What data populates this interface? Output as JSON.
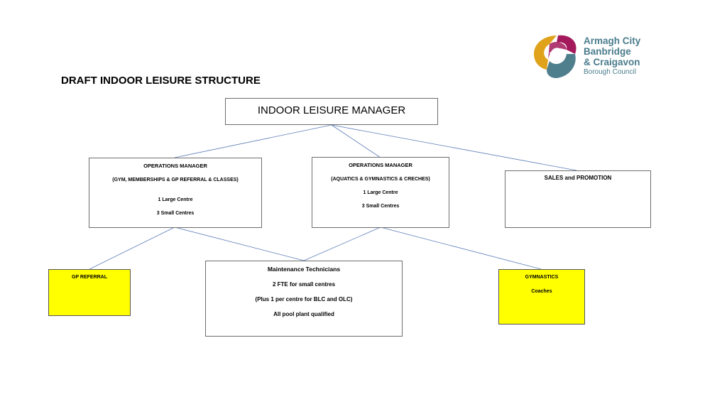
{
  "page": {
    "title": "DRAFT INDOOR LEISURE STRUCTURE"
  },
  "logo": {
    "lines": [
      "Armagh City",
      "Banbridge",
      "& Craigavon"
    ],
    "subtitle": "Borough Council",
    "colors": {
      "magenta": "#a3195b",
      "gold": "#e0a21b",
      "teal": "#4f7f8d"
    }
  },
  "boxes": {
    "manager": {
      "title": "INDOOR LEISURE MANAGER"
    },
    "ops1": {
      "title": "OPERATIONS MANAGER",
      "subtitle": "(GYM, MEMBERSHIPS & GP REFERRAL & CLASSES)",
      "line1": "1 Large Centre",
      "line2": "3 Small Centres"
    },
    "ops2": {
      "title": "OPERATIONS MANAGER",
      "subtitle": "(AQUATICS & GYMNASTICS & CRECHES)",
      "line1": "1 Large Centre",
      "line2": "3 Small Centres"
    },
    "sales": {
      "title": "SALES and PROMOTION"
    },
    "gp": {
      "title": "GP REFERRAL"
    },
    "maintenance": {
      "title": "Maintenance Technicians",
      "line1": "2 FTE for small centres",
      "line2": "(Plus 1 per centre for BLC and OLC)",
      "line3": "All pool plant qualified"
    },
    "gymnastics": {
      "title": "GYMNASTICS",
      "line1": "Coaches"
    }
  },
  "colors": {
    "connector": "#5a7bb8",
    "highlight_box": "#ffff00",
    "border": "#6d6d6d"
  }
}
